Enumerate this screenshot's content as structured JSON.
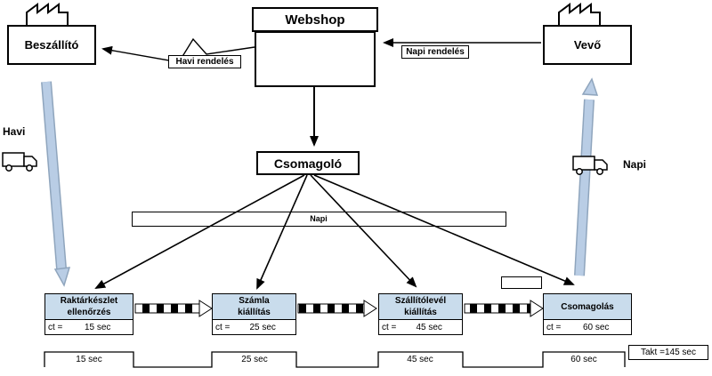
{
  "supplier": {
    "label": "Beszállító"
  },
  "webshop": {
    "label": "Webshop"
  },
  "customer": {
    "label": "Vevő"
  },
  "monthly_order": {
    "label": "Havi rendelés"
  },
  "daily_order": {
    "label": "Napi rendelés"
  },
  "packager": {
    "label": "Csomagoló"
  },
  "daily_bar": {
    "label": "Napi"
  },
  "monthly_shipment": {
    "label": "Havi"
  },
  "daily_shipment": {
    "label": "Napi"
  },
  "processes": [
    {
      "name": "Raktárkészlet ellenőrzés",
      "ct_label": "ct =",
      "ct": "15 sec"
    },
    {
      "name": "Számla kiállítás",
      "ct_label": "ct =",
      "ct": "25 sec"
    },
    {
      "name": "Szállítólevél kiállítás",
      "ct_label": "ct =",
      "ct": "45 sec"
    },
    {
      "name": "Csomagolás",
      "ct_label": "ct =",
      "ct": "60 sec"
    }
  ],
  "timeline": {
    "segments": [
      "15 sec",
      "25 sec",
      "45 sec",
      "60 sec"
    ],
    "takt": "Takt =145 sec"
  },
  "colors": {
    "process_header": "#c9dcec",
    "shipment_arrow": "#b9cde5",
    "shipment_arrow_border": "#8fa5bd"
  }
}
